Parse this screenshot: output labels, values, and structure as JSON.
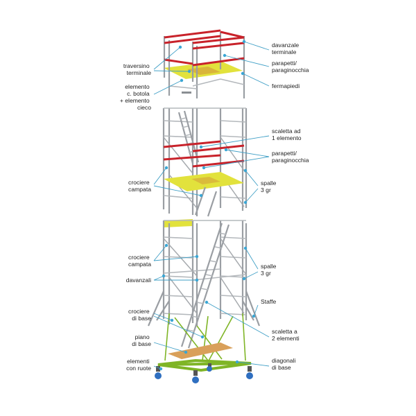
{
  "colors": {
    "accent_leader": "#3aa6d4",
    "guardrail_red": "#c8222a",
    "platform_yellow": "#e2e23c",
    "base_green": "#7fb526",
    "deck_wood": "#d9a05a",
    "wheel_blue": "#2f6fc0"
  },
  "labels": {
    "davanzale_terminale": [
      "davanzale",
      "terminale"
    ],
    "traversino_terminale": [
      "traversino",
      "terminale"
    ],
    "parapetti_top": [
      "parapetti/",
      "paraginocchia"
    ],
    "elemento_botola": [
      "elemento",
      "c. botola",
      "+ elemento",
      "cieco"
    ],
    "fermapiedi": [
      "fermapiedi"
    ],
    "scaletta_1": [
      "scaletta ad",
      "1 elemento"
    ],
    "parapetti_mid": [
      "parapetti/",
      "paraginocchia"
    ],
    "crociere_campata_mid": [
      "crociere",
      "campata"
    ],
    "spalle_mid": [
      "spalle",
      "3 gr"
    ],
    "crociere_campata_low": [
      "crociere",
      "campata"
    ],
    "spalle_low": [
      "spalle",
      "3 gr"
    ],
    "davanzali": [
      "davanzali"
    ],
    "staffe": [
      "Staffe"
    ],
    "crociere_base": [
      "crociere",
      "di base"
    ],
    "scaletta_2": [
      "scaletta a",
      "2 elementi"
    ],
    "piano_base": [
      "piano",
      "di base"
    ],
    "elementi_ruote": [
      "elementi",
      "con ruote"
    ],
    "diagonali_base": [
      "diagonali",
      "di base"
    ]
  }
}
